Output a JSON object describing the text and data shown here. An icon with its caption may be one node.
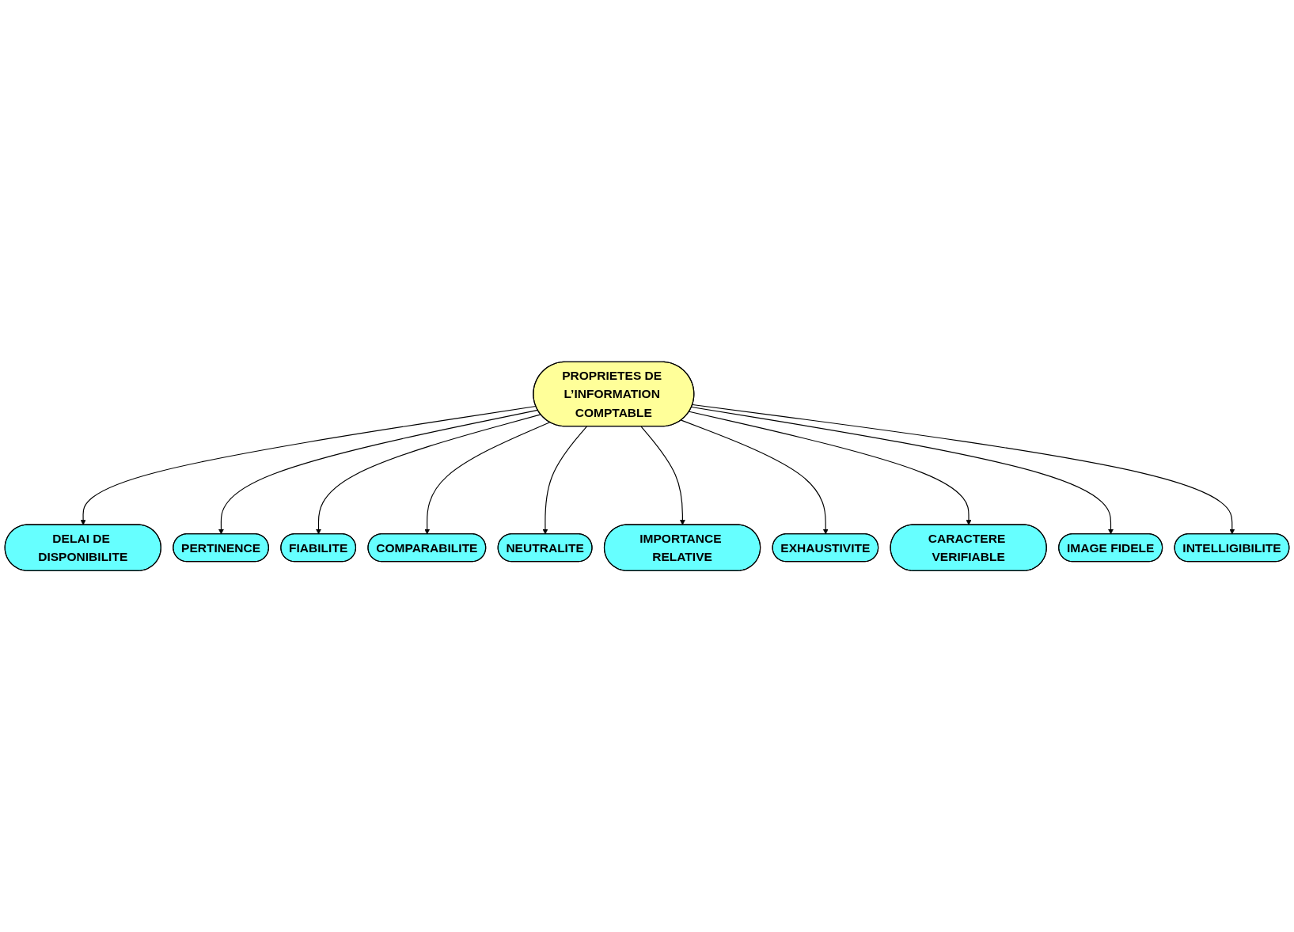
{
  "diagram": {
    "nodes": [
      {
        "text": [
          "PROPRIETES DE L’INFORMATION COMPTABLE"
        ]
      },
      {
        "text": [
          "PERTINENCE"
        ]
      },
      {
        "text": [
          "FIABILITE"
        ]
      },
      {
        "text": [
          "COMPARABILITE"
        ]
      },
      {
        "text": [
          "DELAI DE DISPONIBILITE"
        ]
      },
      {
        "text": [
          "NEUTRALITE"
        ]
      },
      {
        "text": [
          "INTELLIGIBILITE"
        ]
      },
      {
        "text": [
          "IMPORTANCE RELATIVE"
        ]
      },
      {
        "text": [
          "IMAGE FIDELE"
        ]
      },
      {
        "text": [
          "EXHAUSTIVITE"
        ]
      },
      {
        "text": [
          "CARACTERE VERIFIABLE"
        ]
      }
    ],
    "edges": [
      {
        "from": 0,
        "to": 4,
        "arrow": "to"
      },
      {
        "from": 0,
        "to": 1,
        "arrow": "to"
      },
      {
        "from": 0,
        "to": 2,
        "arrow": "to"
      },
      {
        "from": 0,
        "to": 3,
        "arrow": "to"
      },
      {
        "from": 0,
        "to": 5,
        "arrow": "to"
      },
      {
        "from": 0,
        "to": 7,
        "arrow": "to"
      },
      {
        "from": 0,
        "to": 9,
        "arrow": "to"
      },
      {
        "from": 0,
        "to": 10,
        "arrow": "to"
      },
      {
        "from": 0,
        "to": 8,
        "arrow": "to"
      },
      {
        "from": 0,
        "to": 6,
        "arrow": "to"
      }
    ]
  }
}
